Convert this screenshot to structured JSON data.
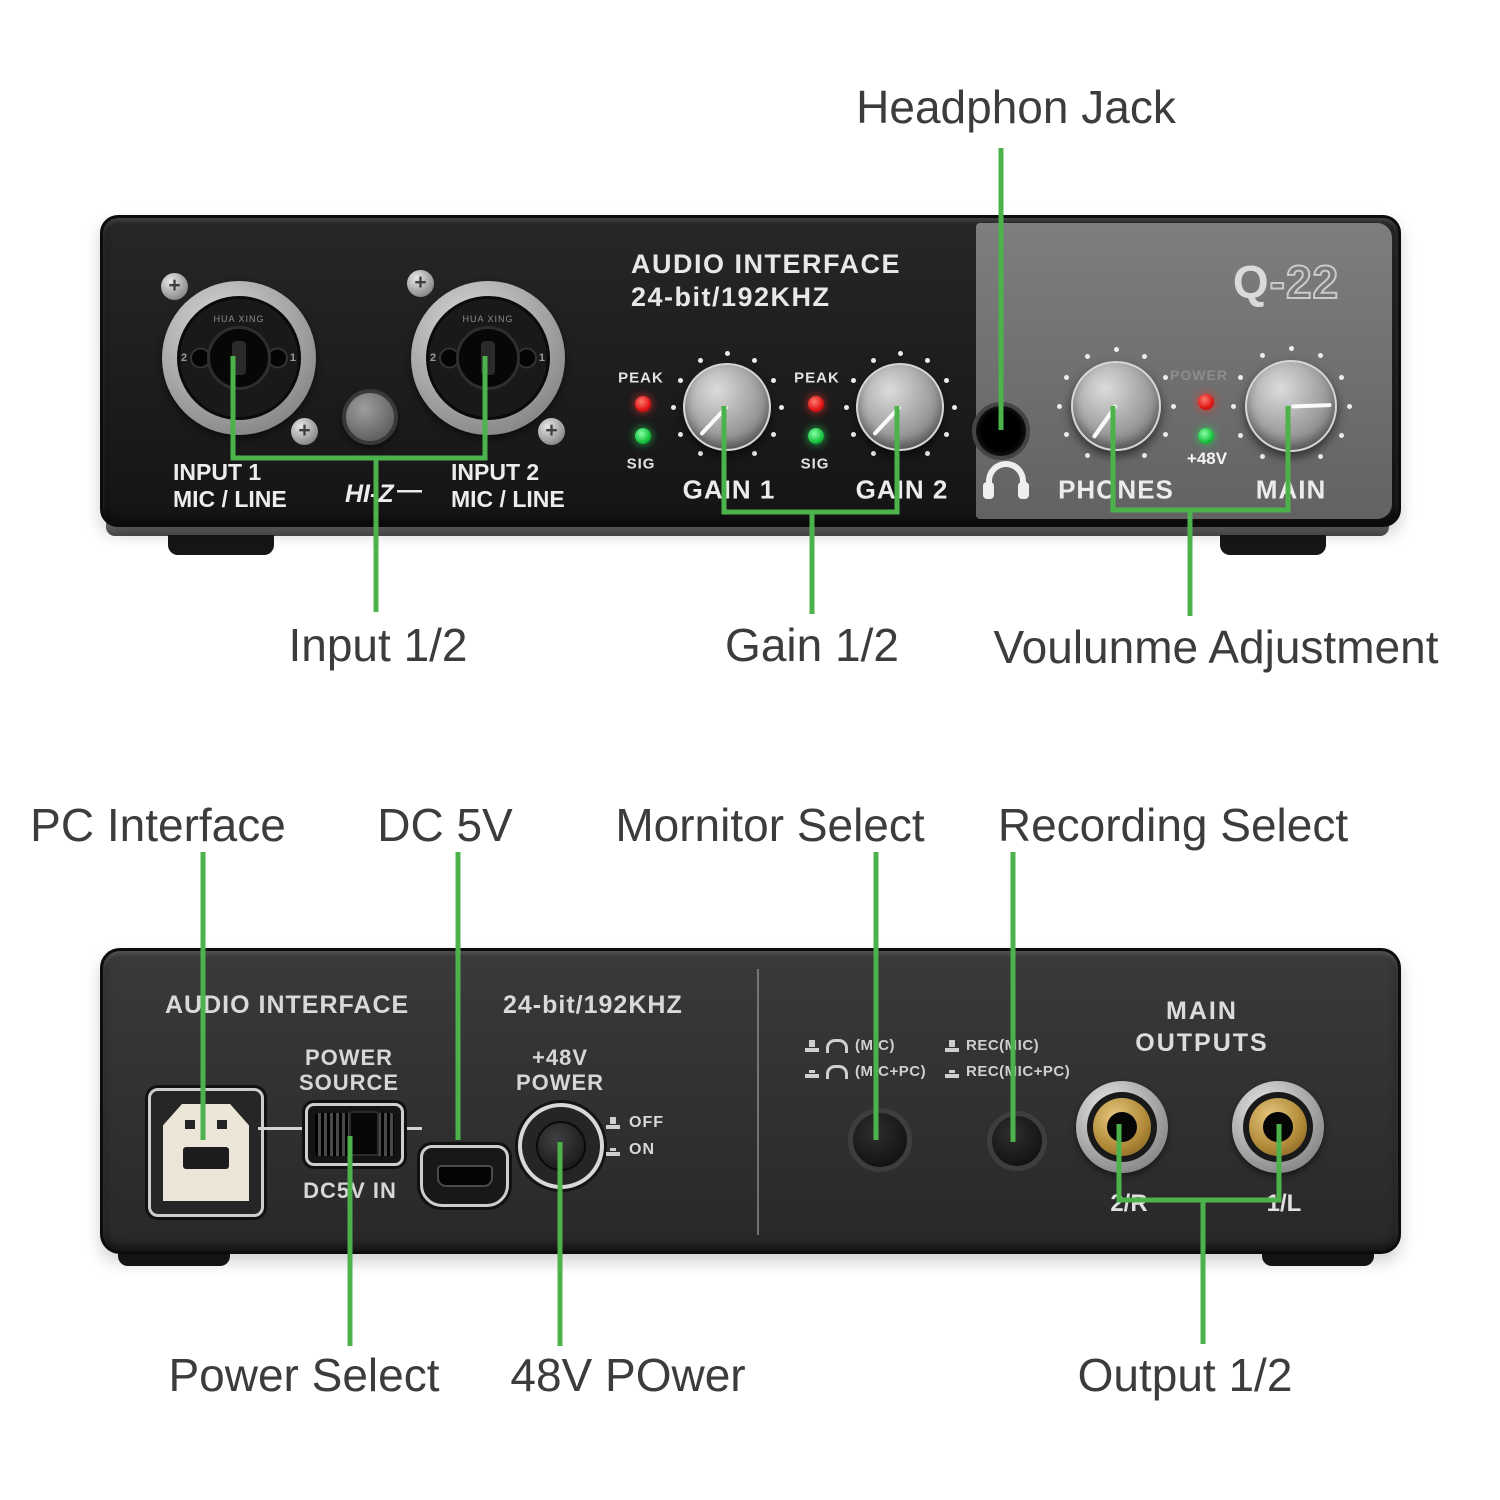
{
  "colors": {
    "annotation_green": "#4cb34c",
    "annotation_text": "#3c3c3c",
    "front_panel_dark": "#1d1d1d",
    "front_panel_gray": "#707070",
    "back_panel": "#303030",
    "led_red": "#e01818",
    "led_green": "#1dc24a",
    "jack_gold": "#b08a38"
  },
  "annotations": {
    "headphone_jack": "Headphon Jack",
    "input": "Input 1/2",
    "gain": "Gain 1/2",
    "volume": "Voulunme Adjustment",
    "pc_interface": "PC Interface",
    "dc_5v": "DC 5V",
    "monitor_select": "Mornitor Select",
    "recording_select": "Recording Select",
    "power_select": "Power Select",
    "power_48v": "48V POwer",
    "output": "Output 1/2"
  },
  "front": {
    "title1": "AUDIO INTERFACE",
    "title2": "24-bit/192KHZ",
    "model_q": "Q",
    "model_rest": "-22",
    "input1": "INPUT 1",
    "input2": "INPUT 2",
    "mic_line": "MIC / LINE",
    "hiz": "HI-Z",
    "hiz_dash": "—",
    "jack_brand": "HUA XING",
    "pin_left": "2",
    "pin_right": "1",
    "peak": "PEAK",
    "sig": "SIG",
    "gain1": "GAIN 1",
    "gain2": "GAIN 2",
    "phones": "PHONES",
    "power": "POWER",
    "p48": "+48V",
    "main": "MAIN"
  },
  "back": {
    "title1": "AUDIO INTERFACE",
    "title2": "24-bit/192KHZ",
    "power_l1": "POWER",
    "power_l2": "SOURCE",
    "dc5v_in": "DC5V IN",
    "p48_l1": "+48V",
    "p48_l2": "POWER",
    "off": "OFF",
    "on": "ON",
    "mon1": "(MIC)",
    "mon2": "(MIC+PC)",
    "rec1": "REC(MIC)",
    "rec2": "REC(MIC+PC)",
    "out_l1": "MAIN",
    "out_l2": "OUTPUTS",
    "jack_r": "2/R",
    "jack_l": "1/L"
  }
}
